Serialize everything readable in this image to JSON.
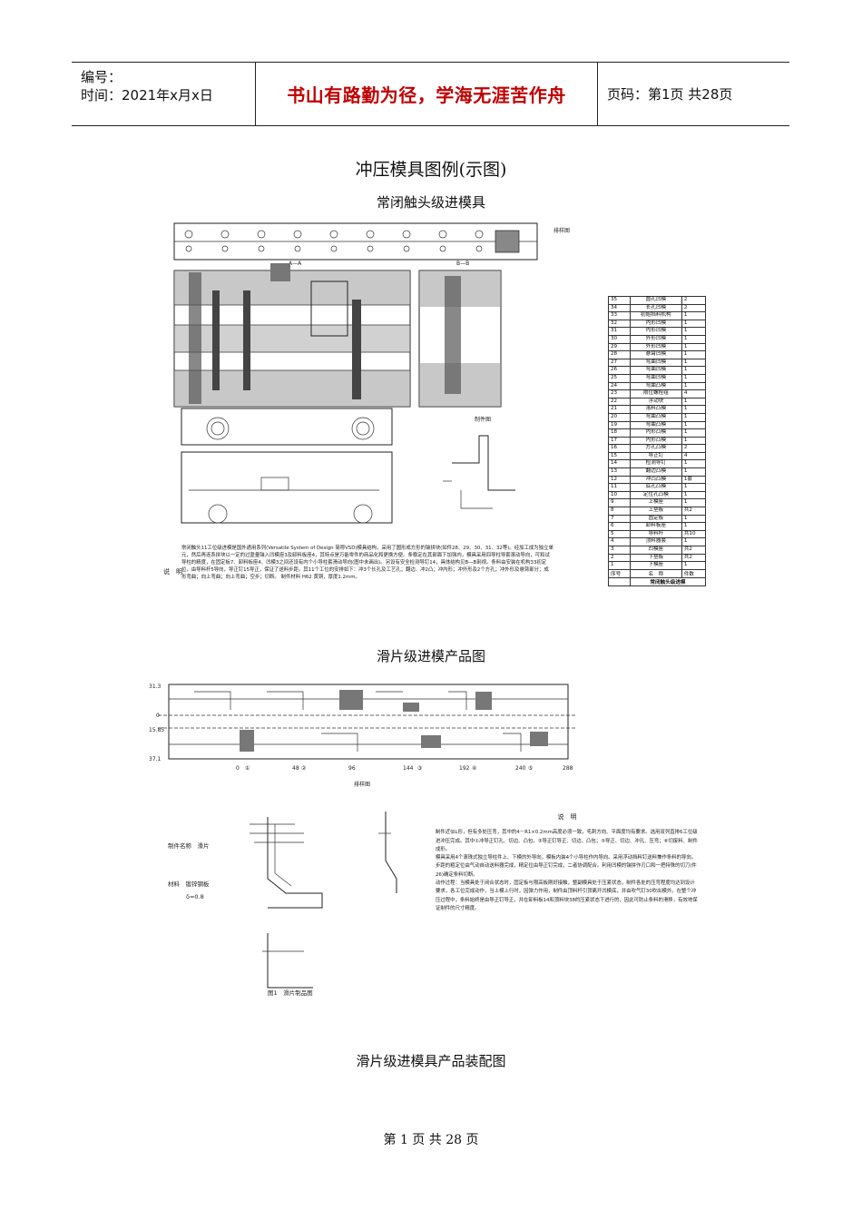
{
  "header": {
    "number_label": "编号：",
    "time_label": "时间：2021年x月x日",
    "motto": "书山有路勤为径，学海无涯苦作舟",
    "page_info": "页码：第1页  共28页"
  },
  "doc": {
    "main_title": "冲压模具图例(示图)",
    "section1_title": "常闭触头级进模具",
    "section2_title": "滑片级进模产品图",
    "section3_title": "滑片级进模具产品装配图"
  },
  "fig1": {
    "strip_label": "排样图",
    "section_aa": "A—A",
    "section_bb": "B—B",
    "part_label": "制件图",
    "note_side": "说　明",
    "note_text": "常闭触头11工位级进模是国外通用系列(Versatile System of Design 简称VSD)模具结构，采用了圆形成方形的镶拼块(如件28、29、30、31、32等)。经加工成为独立单元，然后再连系拼块以一定的过盈量镶入凹模座3及卸料板座4，其特点是万能零件的商品化和更换方便。条稳定在其部面下加强内，模具采用四导柱导套滚动导向，可和试导柱的精度，在固定板7、卸料板座4、凹模3之间还设有内个小导柱套滑动导向(图中未画出)。另设有安全检测导钉14，具体结构见B—B剖视。条料由安装在机构33初定位，由导料杆5导向，导正钉15导正，保证了送料步距。其11个工位的安排如下：冲3个长孔及工艺孔；翻边、冲2凸；冲内形；冲外形及2个方孔；冲外形及悬臂部分；成形弯曲；向上弯曲；向上弯曲；空步；切断。",
    "note_text2": "制件材料 H62 黄铜，厚度1.2mm。"
  },
  "bom": {
    "footer_left": [
      "序号",
      "名　称",
      "件数"
    ],
    "footer_title": "常闭触头级进模",
    "rows": [
      [
        "35",
        "圆孔凹模",
        "2"
      ],
      [
        "34",
        "长孔凹模",
        "2"
      ],
      [
        "33",
        "初始挡料机构",
        "1"
      ],
      [
        "32",
        "内形凹模",
        "1"
      ],
      [
        "31",
        "内形凹模",
        "1"
      ],
      [
        "30",
        "外形凹模",
        "1"
      ],
      [
        "29",
        "外形凹模",
        "1"
      ],
      [
        "28",
        "悬臂凹模",
        "1"
      ],
      [
        "27",
        "弯曲凹模",
        "1"
      ],
      [
        "26",
        "弯曲凹模",
        "1"
      ],
      [
        "25",
        "弯曲凹模",
        "1"
      ],
      [
        "24",
        "弯曲凸模",
        "1"
      ],
      [
        "23",
        "限位螺栓组",
        "4"
      ],
      [
        "22",
        "浮动块",
        "1"
      ],
      [
        "21",
        "落料凸模",
        "1"
      ],
      [
        "20",
        "弯曲凸模",
        "1"
      ],
      [
        "19",
        "弯曲凸模",
        "1"
      ],
      [
        "18",
        "内形凸模",
        "1"
      ],
      [
        "17",
        "内形凸模",
        "1"
      ],
      [
        "16",
        "方孔凸模",
        "2"
      ],
      [
        "15",
        "导正钉",
        "4"
      ],
      [
        "14",
        "检测导钉",
        "1"
      ],
      [
        "13",
        "翻边凸模",
        "1"
      ],
      [
        "12",
        "冲凸凸模",
        "1套"
      ],
      [
        "11",
        "底孔凸模",
        "1"
      ],
      [
        "10",
        "定位孔凸模",
        "1"
      ],
      [
        "9",
        "上模座",
        "1"
      ],
      [
        "8",
        "上垫板",
        "共2"
      ],
      [
        "7",
        "固定板",
        "1"
      ],
      [
        "6",
        "卸料板座",
        "1"
      ],
      [
        "5",
        "导料杆",
        "共10"
      ],
      [
        "4",
        "顶料器套",
        "1"
      ],
      [
        "3",
        "凹模座",
        "共2"
      ],
      [
        "2",
        "下垫板",
        "共2"
      ],
      [
        "1",
        "下模座",
        "1"
      ]
    ]
  },
  "fig2": {
    "strip_label": "排样图",
    "dims_left": [
      "31.3",
      "0",
      "15.85",
      "37.1"
    ],
    "dims_bottom": [
      "0",
      "①",
      "48",
      "②",
      "96",
      "144",
      "③",
      "192",
      "④",
      "240",
      "⑤",
      "288"
    ],
    "part_name": "制件名称　滑片",
    "material": "材料　锻锌钢板",
    "thickness": "δ=0.8",
    "figure_caption": "图1　滑片制品图",
    "note_title": "说　明",
    "note_p1": "制件近似L形，但有多处压弯，其中的4－R1×0.2mm高度必须一致，毛刺方向、平面度均有要求。选用双列直排6工位级进冲压完成。其中①冲导正钉孔、切边、凸包，③导正钉导正、切边、凸包；⑤导正、切边、冲孔、压弯；⑥切废料、制件成形。",
    "note_p2": "模具采用4个滚珠式独立导柱件上、下模的外导向，模板内装4个小导柱作内导向。采用浮动挡料钉送料兼作条料的导向。步距的粗定位由气动自动送料器完成，精定位由导正钉完成，二者协调配合。利用凹模的镶拼作刃口和一把特殊的切刀(件26)确定条料切断。",
    "note_p3": "动作过程：当模具处于闭合状态时，固定板与限高板刚好接触，整副模具处于压紧状态，制件各处的压弯程度均达到设计要求，各工位完成动作，当上模上行时，因弹力作用，制件由顶料杆引顶离开凹模底，并由吹气钉30吹出模外。在整个冲压过程中，条料始终是由导正钉导正，并在卸料板14和顶料块38的压紧状态下进行的，因此可防止条料的滑移，有效地保证制件的尺寸精度。"
  },
  "footer": {
    "page_text": "第  1  页  共  28  页"
  }
}
